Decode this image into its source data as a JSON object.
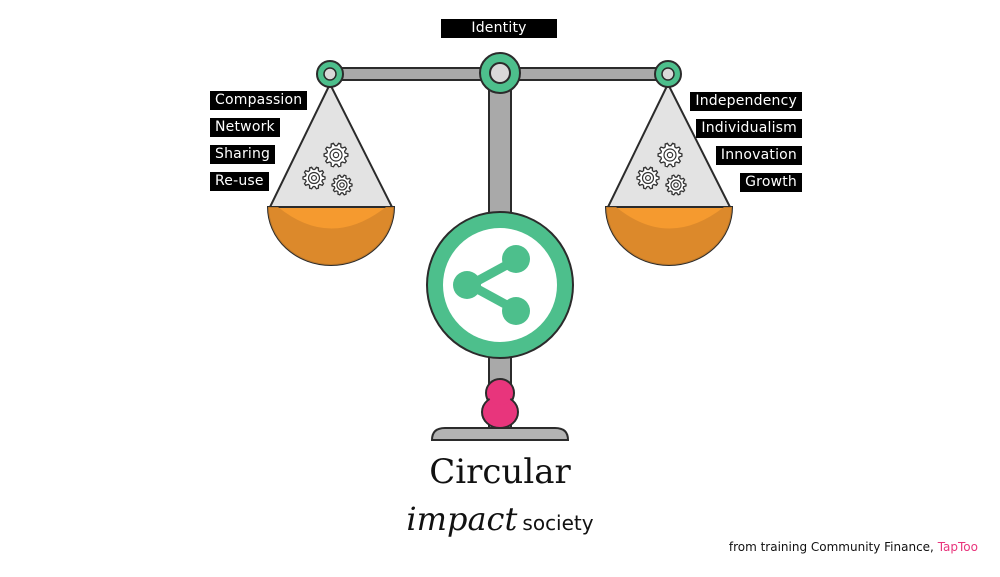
{
  "top_label": "Identity",
  "left_pan": {
    "labels": [
      "Compassion",
      "Network",
      "Sharing",
      "Re-use"
    ]
  },
  "right_pan": {
    "labels": [
      "Independency",
      "Individualism",
      "Innovation",
      "Growth"
    ]
  },
  "title": {
    "main": "Circular",
    "sub_emphasis": "impact",
    "sub_plain": "society"
  },
  "credit": {
    "text": "from training Community Finance,",
    "brand": "TapToo"
  },
  "colors": {
    "beam": "#a9a9a9",
    "outline": "#2b2b2b",
    "accent_green": "#4dbf8c",
    "pan_orange": "#f59a2f",
    "pan_shadow": "#d7862a",
    "knob_pink": "#e8357c"
  },
  "icons": [
    "share-icon",
    "gear-icon"
  ]
}
